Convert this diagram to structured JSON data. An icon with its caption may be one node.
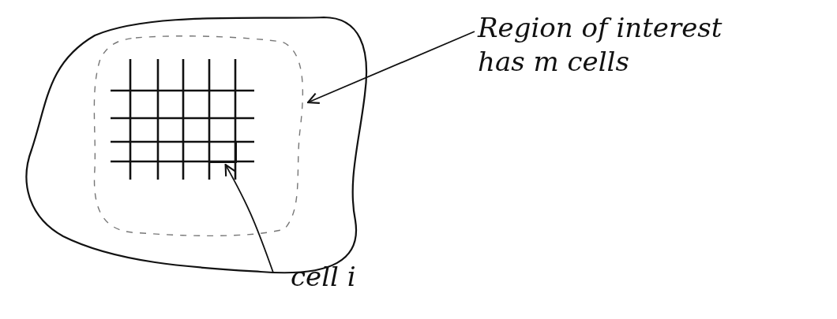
{
  "diagram": {
    "nodes": [
      {
        "text": [
          "Region of interest has m cells"
        ]
      },
      {
        "text": [],
        "shape": "box"
      },
      {
        "text": [
          "cell i"
        ]
      },
      {
        "text": [],
        "shape": "box",
        "in": 1
      }
    ],
    "edges": [
      {
        "from": 0,
        "to": 1,
        "arrow": "to"
      },
      {
        "from": 2,
        "to": 3,
        "arrow": "to"
      }
    ]
  }
}
